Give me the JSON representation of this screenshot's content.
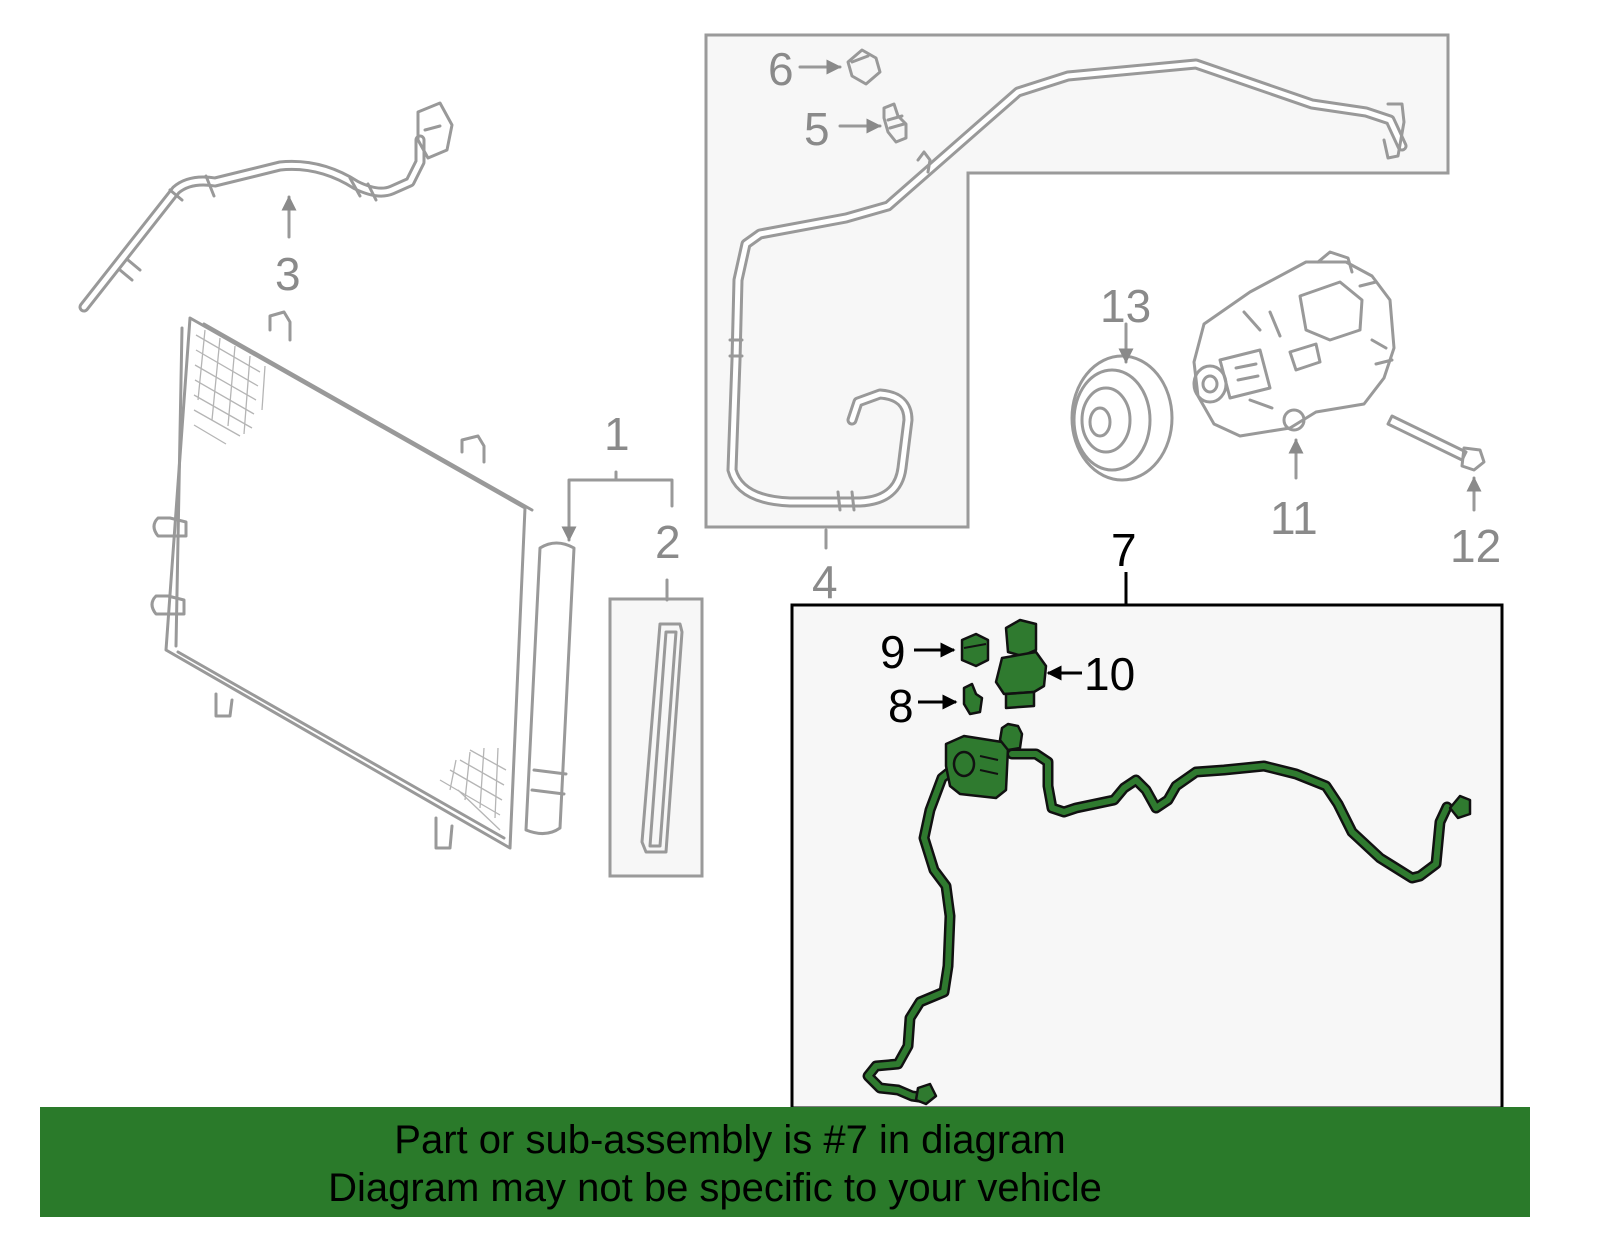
{
  "callouts": {
    "c1": "1",
    "c2": "2",
    "c3": "3",
    "c4": "4",
    "c5": "5",
    "c6": "6",
    "c7": "7",
    "c8": "8",
    "c9": "9",
    "c10": "10",
    "c11": "11",
    "c12": "12",
    "c13": "13"
  },
  "banner": {
    "line1": "Part or sub-assembly is #7 in diagram",
    "line2": "Diagram may not be specific to your vehicle"
  },
  "colors": {
    "highlight": "#2f7a2f",
    "banner": "#2a7a2a",
    "line_gray": "#999999"
  }
}
